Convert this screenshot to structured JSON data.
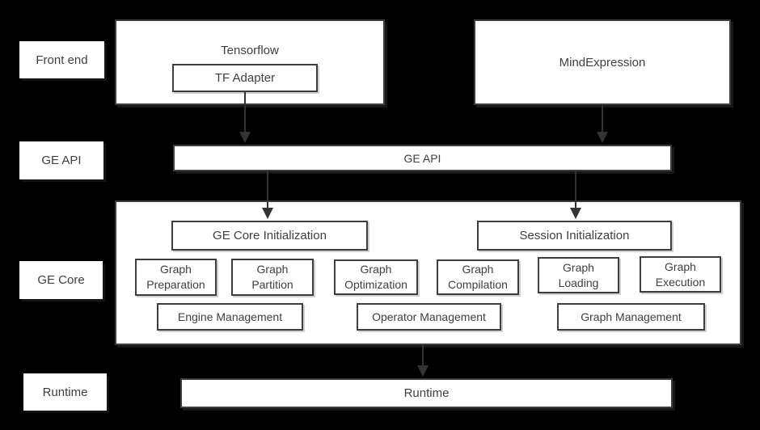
{
  "colors": {
    "background": "#000000",
    "box_fill": "#ffffff",
    "border": "#3d3d3d",
    "text": "#3f3f3f",
    "arrow": "#333333"
  },
  "side_labels": {
    "front_end": "Front end",
    "ge_api": "GE API",
    "ge_core": "GE Core",
    "runtime": "Runtime"
  },
  "front_end_layer": {
    "tensorflow_label": "Tensorflow",
    "tf_adapter_label": "TF Adapter",
    "mindexpression_label": "MindExpression"
  },
  "api_layer": {
    "ge_api_label": "GE API"
  },
  "ge_core_layer": {
    "ge_core_init_label": "GE Core Initialization",
    "session_init_label": "Session Initialization",
    "stages": [
      {
        "label": "Graph Preparation"
      },
      {
        "label": "Graph Partition"
      },
      {
        "label": "Graph Optimization"
      },
      {
        "label": "Graph Compilation"
      },
      {
        "label": "Graph Loading"
      },
      {
        "label": "Graph Execution"
      }
    ],
    "management": [
      {
        "label": "Engine Management"
      },
      {
        "label": "Operator Management"
      },
      {
        "label": "Graph Management"
      }
    ]
  },
  "runtime_layer": {
    "runtime_label": "Runtime"
  },
  "arrows": [
    {
      "from": "tf-adapter",
      "to": "ge-api-bar"
    },
    {
      "from": "mindexpression-box",
      "to": "ge-api-bar"
    },
    {
      "from": "ge-api-bar",
      "to": "ge-core-initialization-box"
    },
    {
      "from": "ge-api-bar",
      "to": "session-initialization-box"
    },
    {
      "from": "ge-core-box",
      "to": "runtime-bar"
    }
  ]
}
